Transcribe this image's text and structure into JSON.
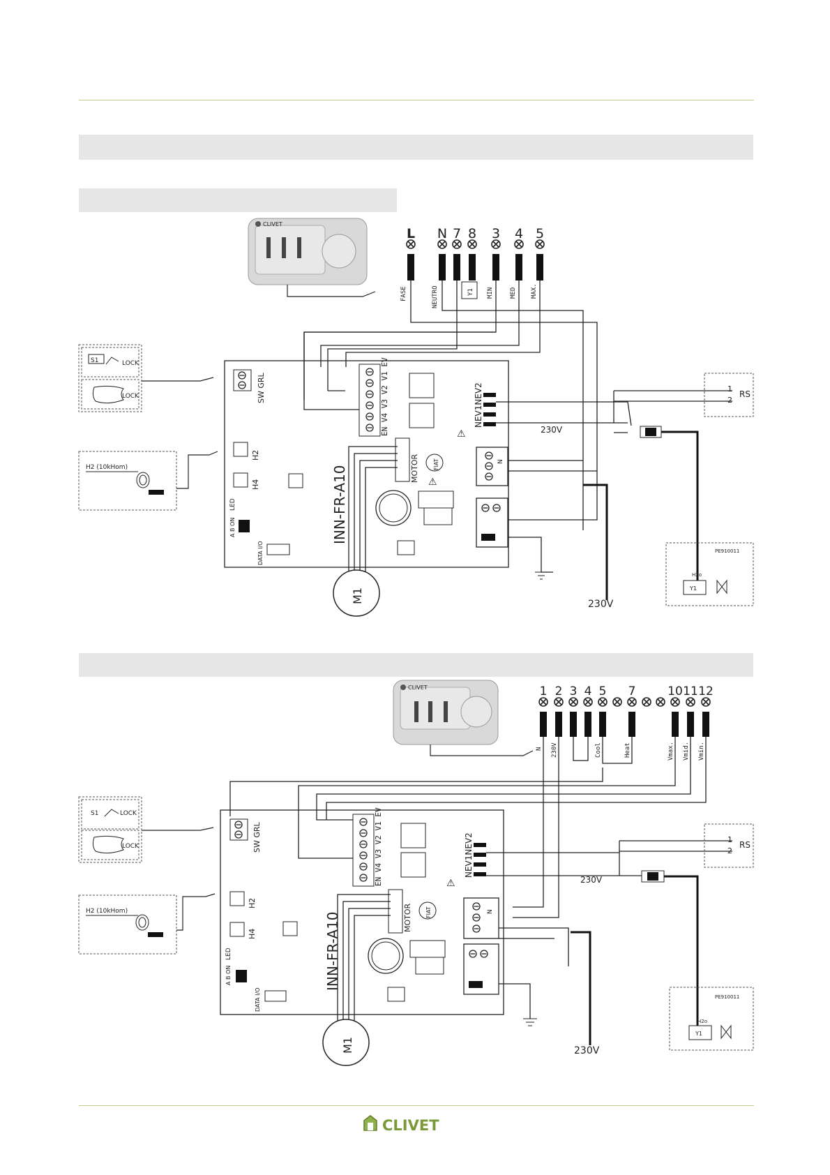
{
  "colors": {
    "rule": "#b9cf8a",
    "band": "#e6e6e6",
    "line": "#222222",
    "brand": "#7a9a3a"
  },
  "brand": {
    "name": "CLIVET"
  },
  "diagram1": {
    "terminals": [
      "L",
      "N",
      "7",
      "8",
      "3",
      "4",
      "5"
    ],
    "wire_labels": {
      "fase": "FASE",
      "neutro": "NEUTRO",
      "y1": "Y1",
      "min": "MIN",
      "med": "MED",
      "max": "MAX."
    },
    "rs": {
      "label": "RS",
      "pin1": "1",
      "pin2": "2"
    },
    "board": {
      "name": "INN-FR-A10",
      "sw": "SW GRL",
      "h2": "H2",
      "h4": "H4",
      "led": "LED",
      "on_ab": "A B ON",
      "data": "DATA I/O",
      "motor": "MOTOR",
      "fiat": "FIAT",
      "relay_pins": "EN V4 V3 V2 V1 EV",
      "nev": "NEV1NEV2",
      "n": "N"
    },
    "s1": "S1",
    "lock": "LOCK",
    "h2_probe": "H2 (10kHom)",
    "v230": "230V",
    "supply": "230V",
    "motor_label": "M1",
    "valve": {
      "code": "PE910011",
      "h2o": "H2o",
      "y1": "Y1"
    }
  },
  "diagram2": {
    "terminals": [
      "1",
      "2",
      "3",
      "4",
      "5",
      "7",
      "10",
      "11",
      "12"
    ],
    "wire_labels": {
      "n": "N",
      "v230": "230V",
      "cool": "Cool",
      "heat": "Heat",
      "vmax": "Vmax.",
      "vmid": "Vmid.",
      "vmin": "Vmin."
    },
    "rs": {
      "label": "RS",
      "pin1": "1",
      "pin2": "2"
    },
    "board": {
      "name": "INN-FR-A10",
      "sw": "SW GRL",
      "h2": "H2",
      "h4": "H4",
      "led": "LED",
      "on_ab": "A B ON",
      "data": "DATA I/O",
      "motor": "MOTOR",
      "fiat": "FIAT",
      "relay_pins": "EN V4 V3 V2 V1 EV",
      "nev": "NEV1NEV2",
      "n": "N"
    },
    "s1": "S1",
    "lock": "LOCK",
    "h2_probe": "H2 (10kHom)",
    "v230": "230V",
    "supply": "230V",
    "motor_label": "M1",
    "valve": {
      "code": "PE910011",
      "h2o": "H2o",
      "y1": "Y1"
    }
  }
}
